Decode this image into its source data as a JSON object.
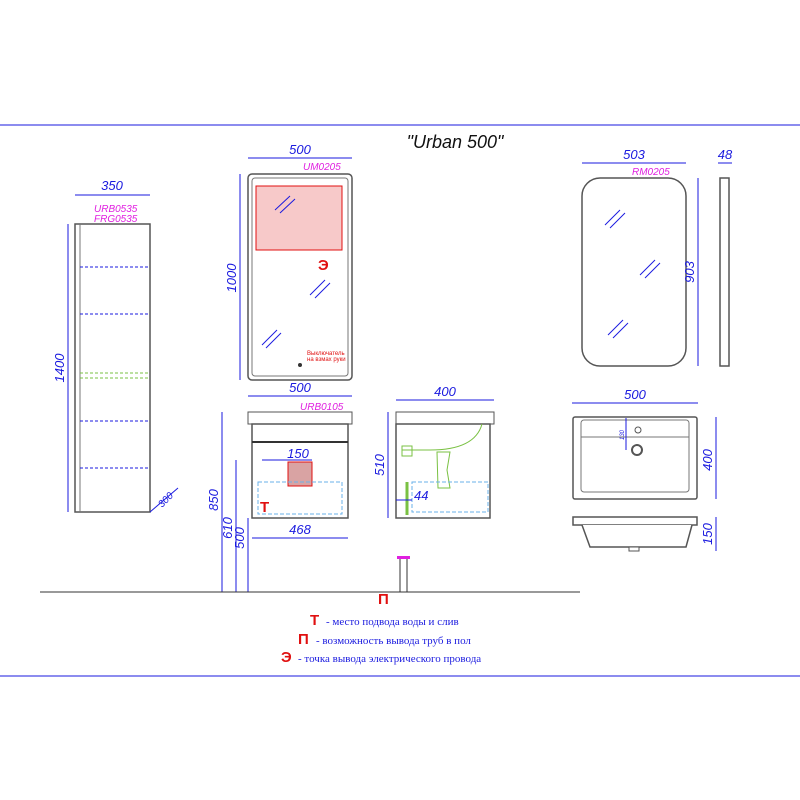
{
  "title": "\"Urban 500\"",
  "colors": {
    "dimension": "#1a1adf",
    "code": "#e01fe0",
    "marker": "#e01010",
    "green": "#7ac143"
  },
  "column": {
    "width": "350",
    "codes": [
      "URB0535",
      "FRG0535"
    ],
    "height": "1400",
    "depth": "300"
  },
  "mirror_um": {
    "width": "500",
    "code": "UM0205",
    "height": "1000",
    "marker": "Э",
    "switch_label": [
      "Выключатель",
      "на взмах руки"
    ]
  },
  "vanity": {
    "width": "500",
    "code": "URB0105",
    "offset": "150",
    "marker": "Т",
    "h850": "850",
    "h610": "610",
    "h500": "500",
    "inner_width": "468"
  },
  "side_view": {
    "depth": "400",
    "height": "510",
    "offset": "44"
  },
  "mirror_rm": {
    "width": "503",
    "code": "RM0205",
    "depth": "48",
    "height": "903"
  },
  "basin": {
    "width": "500",
    "depth": "400",
    "height": "150",
    "tap_offset": "130"
  },
  "floor_marker": "П",
  "legend": [
    {
      "key": "Т",
      "text": "- место подвода воды и слив"
    },
    {
      "key": "П",
      "text": "- возможность вывода труб в пол"
    },
    {
      "key": "Э",
      "text": "- точка вывода электрического провода"
    }
  ]
}
